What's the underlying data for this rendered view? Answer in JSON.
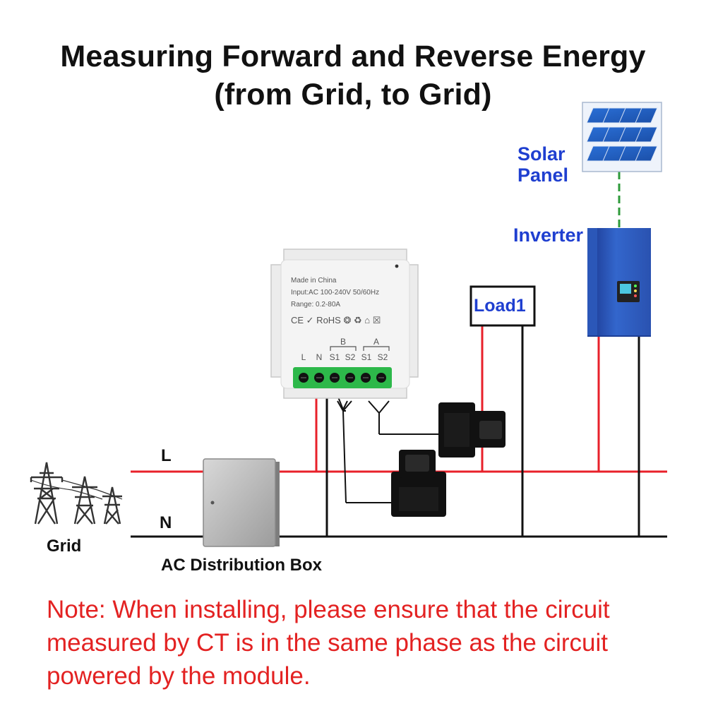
{
  "title": {
    "line1": "Measuring  Forward and Reverse Energy",
    "line2": "(from Grid, to Grid)"
  },
  "labels": {
    "solar_panel_1": "Solar",
    "solar_panel_2": "Panel",
    "inverter": "Inverter",
    "load": "Load1",
    "line_l": "L",
    "line_n": "N",
    "grid": "Grid",
    "distribution_box": "AC Distribution Box"
  },
  "module": {
    "made_in": "Made in China",
    "input": "Input:AC 100-240V  50/60Hz",
    "range": "Range: 0.2-80A",
    "cert_marks": "CE ✓ RoHS ❂ ♻ ⌂ ☒",
    "group_b": "B",
    "group_a": "A",
    "terminal_l": "L",
    "terminal_n": "N",
    "terminal_b_s1": "S1",
    "terminal_b_s2": "S2",
    "terminal_a_s1": "S1",
    "terminal_a_s2": "S2"
  },
  "note": {
    "prefix": "Note:",
    "text": " When installing, please ensure that the circuit measured by CT is in the same phase as the circuit powered by the module."
  },
  "colors": {
    "live_wire": "#e8202a",
    "neutral_wire": "#111111",
    "label_blue": "#1f3fd0",
    "note_red": "#e32222",
    "inverter_blue": "#2c5cc4",
    "solar_green_wire": "#2e9a3a",
    "terminal_green": "#2db84a"
  }
}
